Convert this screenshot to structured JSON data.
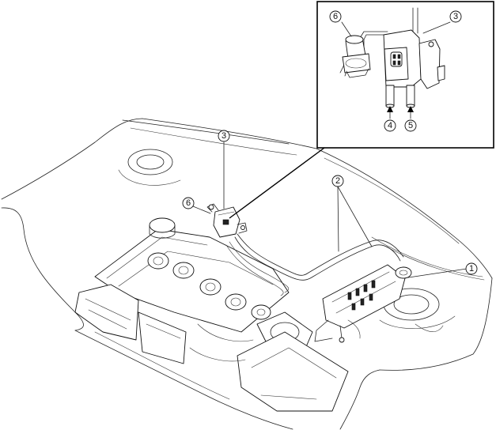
{
  "callouts": {
    "c1": "1",
    "c2": "2",
    "c3_main": "3",
    "c6_main": "6",
    "c3_inset": "3",
    "c4_inset": "4",
    "c5_inset": "5",
    "c6_inset": "6"
  }
}
